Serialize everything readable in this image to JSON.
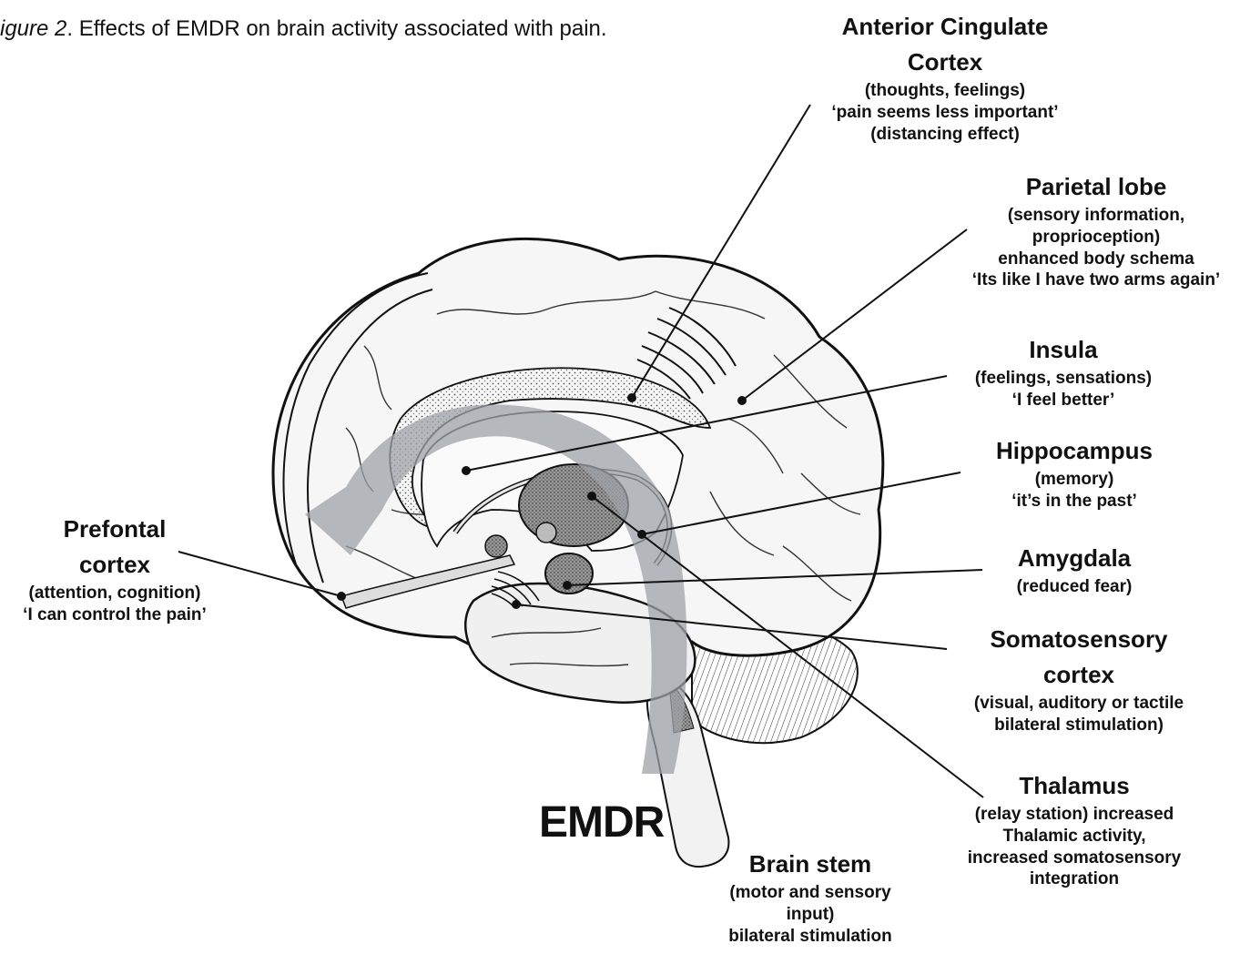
{
  "figure": {
    "caption_prefix": "igure 2",
    "caption_text": ". Effects of EMDR on brain activity associated with pain."
  },
  "emdr_label": "EMDR",
  "colors": {
    "arrow": "#a9adb2",
    "ink": "#111111",
    "tissue": "#f6f6f6"
  },
  "labels": {
    "acc": {
      "title1": "Anterior Cingulate",
      "title2": "Cortex",
      "line1": "(thoughts, feelings)",
      "line2": "‘pain seems less important’",
      "line3": "(distancing effect)"
    },
    "parietal": {
      "title": "Parietal lobe",
      "line1": "(sensory information,",
      "line2": "proprioception)",
      "line3": "enhanced body schema",
      "line4": "‘Its like I have two arms again’"
    },
    "insula": {
      "title": "Insula",
      "line1": "(feelings, sensations)",
      "line2": "‘I feel better’"
    },
    "hippocampus": {
      "title": "Hippocampus",
      "line1": "(memory)",
      "line2": "‘it’s in the past’"
    },
    "amygdala": {
      "title": "Amygdala",
      "line1": "(reduced fear)"
    },
    "somato": {
      "title1": "Somatosensory",
      "title2": "cortex",
      "line1": "(visual, auditory or tactile",
      "line2": "bilateral stimulation)"
    },
    "thalamus": {
      "title": "Thalamus",
      "line1": "(relay station) increased",
      "line2": "Thalamic activity,",
      "line3": "increased somatosensory",
      "line4": "integration"
    },
    "brainstem": {
      "title": "Brain stem",
      "line1": "(motor and sensory",
      "line2": "input)",
      "line3": "bilateral stimulation"
    },
    "prefrontal": {
      "title1": "Prefontal",
      "title2": "cortex",
      "line1": "(attention, cognition)",
      "line2": "‘I can control the pain’"
    }
  }
}
